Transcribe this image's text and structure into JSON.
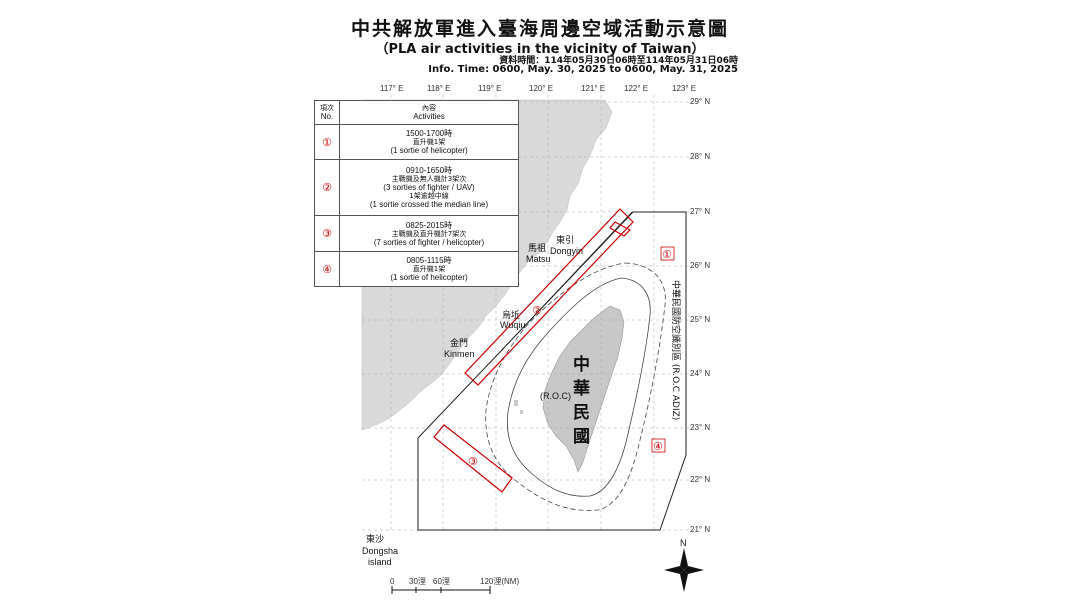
{
  "title_zh": "中共解放軍進入臺海周邊空域活動示意圖",
  "title_en": "（PLA air activities in the vicinity of Taiwan）",
  "info_zh": "資料時間：114年05月30日06時至114年05月31日06時",
  "info_en": "Info. Time: 0600, May. 30, 2025 to 0600, May. 31, 2025",
  "lon_ticks": [
    "117° E",
    "118° E",
    "119° E",
    "120° E",
    "121° E",
    "122° E",
    "123° E"
  ],
  "lat_ticks": [
    "29° N",
    "28° N",
    "27° N",
    "26° N",
    "25° N",
    "24° N",
    "23° N",
    "22° N",
    "21° N"
  ],
  "table": {
    "col1_zh": "項次",
    "col1_en": "No.",
    "col2_zh": "內容",
    "col2_en": "Activities",
    "rows": [
      {
        "no": "①",
        "time": "1500-1700時",
        "zh": "直升機1架",
        "en": "(1 sortie of helicopter)",
        "zh2": "",
        "en2": ""
      },
      {
        "no": "②",
        "time": "0910-1650時",
        "zh": "主戰機及無人機計3架次",
        "en": "(3 sorties of fighter / UAV)",
        "zh2": "1架逾越中線",
        "en2": "(1 sortie crossed the median line)"
      },
      {
        "no": "③",
        "time": "0825-2015時",
        "zh": "主戰機及直升機計7架次",
        "en": "(7 sorties of fighter / helicopter)",
        "zh2": "",
        "en2": ""
      },
      {
        "no": "④",
        "time": "0805-1115時",
        "zh": "直升機1架",
        "en": "(1 sortie of helicopter)",
        "zh2": "",
        "en2": ""
      }
    ]
  },
  "places": {
    "matsu_zh": "馬祖",
    "matsu_en": "Matsu",
    "dongyin_zh": "東引",
    "dongyin_en": "Dongyin",
    "wuqiu_zh": "烏坵",
    "wuqiu_en": "Wuqiu",
    "kinmen_zh": "金門",
    "kinmen_en": "Kinmen",
    "dongsha_zh": "東沙",
    "dongsha_en": "Dongsha",
    "dongsha_en2": "island",
    "roc_zh": [
      "中",
      "華",
      "民",
      "國"
    ],
    "roc_en": "(R.O.C)",
    "adiz": "中華民國防空識別區 (R.O.C ADIZ)"
  },
  "markers": [
    "①",
    "②",
    "③",
    "④"
  ],
  "compass_n": "N",
  "scale": [
    "0",
    "30浬",
    "60浬",
    "120浬(NM)"
  ],
  "colors": {
    "activity": "#cc0000",
    "land": "#d9d9d9",
    "taiwan": "#c8c8c8",
    "border": "#222222"
  }
}
